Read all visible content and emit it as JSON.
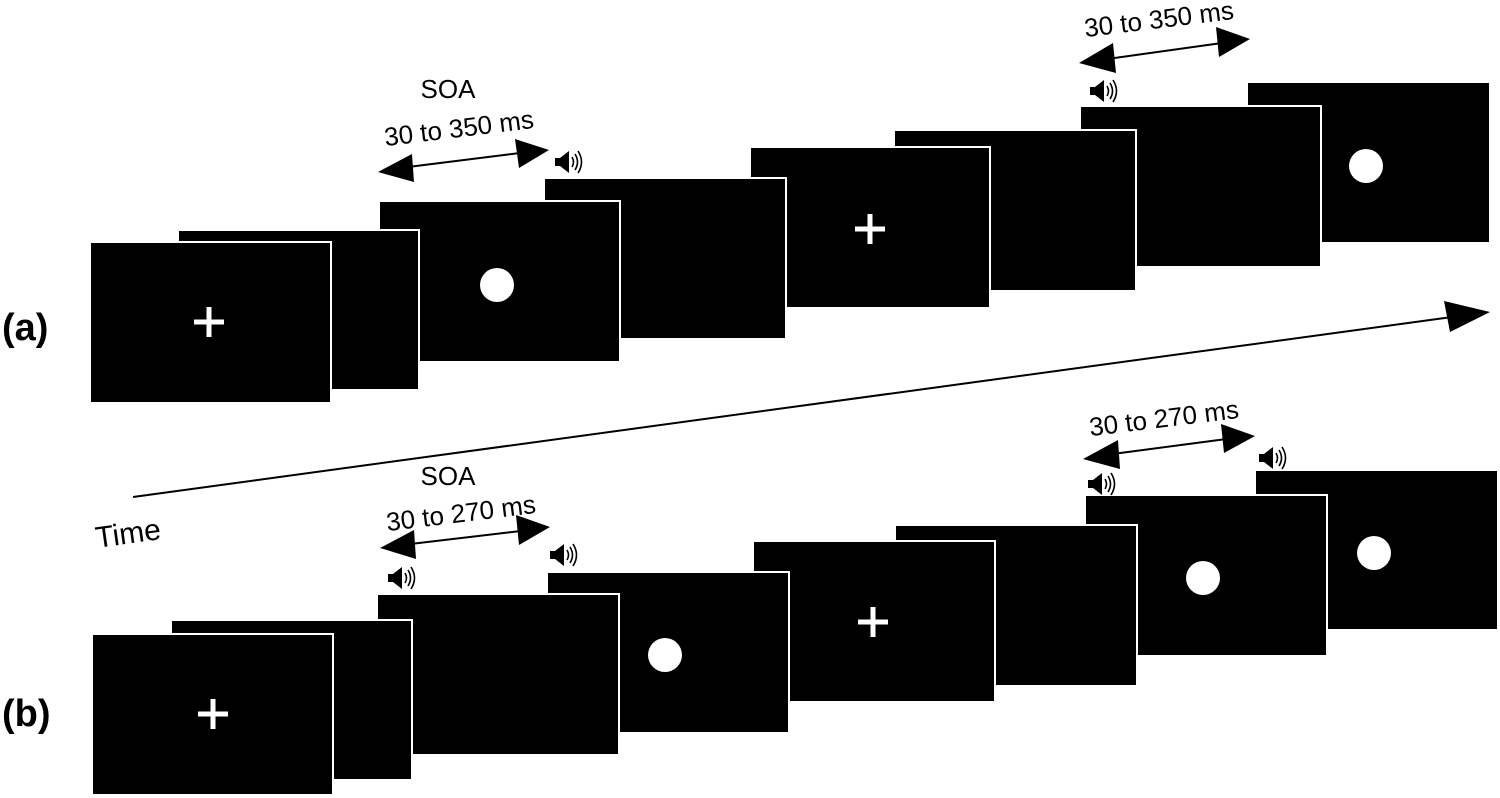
{
  "time_label": "Time",
  "panel_a": {
    "label": "(a)",
    "soa_title": "SOA",
    "soa_range_first": "30 to 350 ms",
    "soa_range_second": "30 to 350 ms"
  },
  "panel_b": {
    "label": "(b)",
    "soa_title": "SOA",
    "soa_range_first": "30 to 270 ms",
    "soa_range_second": "30 to 270 ms"
  },
  "icons": {
    "sound": "speaker-icon",
    "fixation": "fixation-cross-icon",
    "target": "white-disc-icon"
  }
}
